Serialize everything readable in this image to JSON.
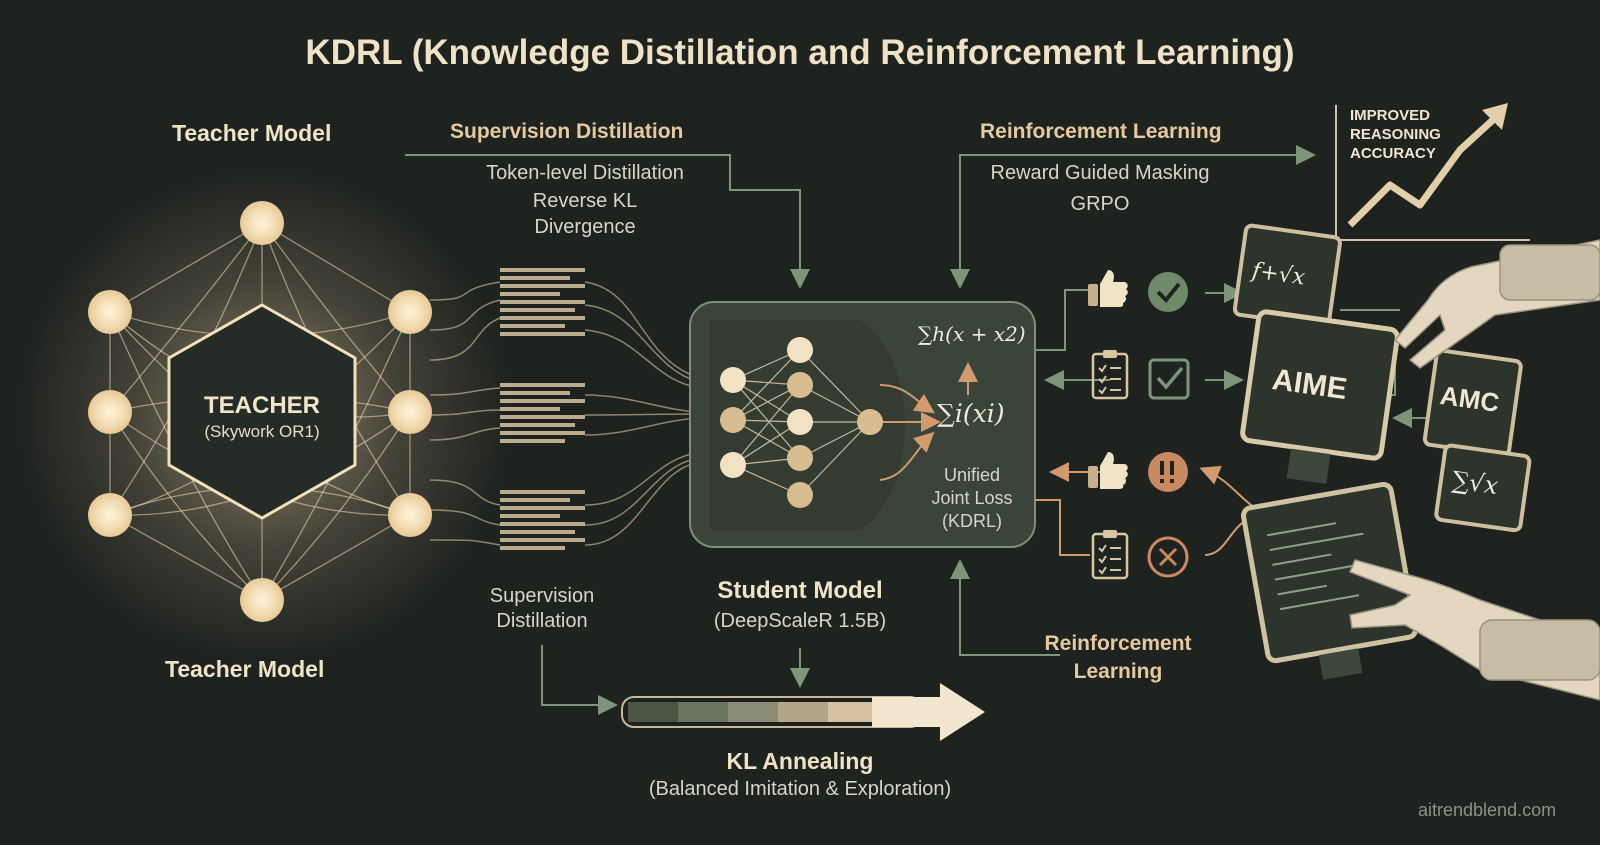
{
  "title": "KDRL (Knowledge Distillation and Reinforcement Learning)",
  "teacher": {
    "heading_top": "Teacher Model",
    "heading_bottom": "Teacher Model",
    "core_label": "TEACHER",
    "core_sub": "(Skywork OR1)"
  },
  "supervision": {
    "heading": "Supervision Distillation",
    "lines": [
      "Token-level Distillation",
      "Reverse KL",
      "Divergence"
    ],
    "bottom_label": [
      "Supervision",
      "Distillation"
    ]
  },
  "rl": {
    "heading": "Reinforcement Learning",
    "lines": [
      "Reward Guided Masking",
      "GRPO"
    ],
    "bottom_label": [
      "Reinforcement",
      "Learning"
    ]
  },
  "student": {
    "heading": "Student Model",
    "sub": "(DeepScaleR 1.5B)",
    "formula_top": "∑h(x + x2)",
    "formula_main": "∑i(xi)",
    "loss_label": [
      "Unified",
      "Joint Loss",
      "(KDRL)"
    ]
  },
  "kl_annealing": {
    "heading": "KL Annealing",
    "sub": "(Balanced Imitation & Exploration)"
  },
  "accuracy_badge": [
    "IMPROVED",
    "REASONING",
    "ACCURACY"
  ],
  "benchmarks": {
    "aime": "AIME",
    "amc": "AMC",
    "formula_screen": "f+√x",
    "sum_screen": "∑√x"
  },
  "watermark": "aitrendblend.com",
  "icons": [
    "thumbs-up-icon",
    "check-icon",
    "clipboard-icon",
    "warning-icon",
    "cross-icon",
    "robot-hand-icon"
  ],
  "colors": {
    "background": "#1f2320",
    "accent_cream": "#f0e2c6",
    "accent_green": "#6f8a6b",
    "accent_orange": "#c98a62",
    "box_fill": "#3b4439"
  }
}
